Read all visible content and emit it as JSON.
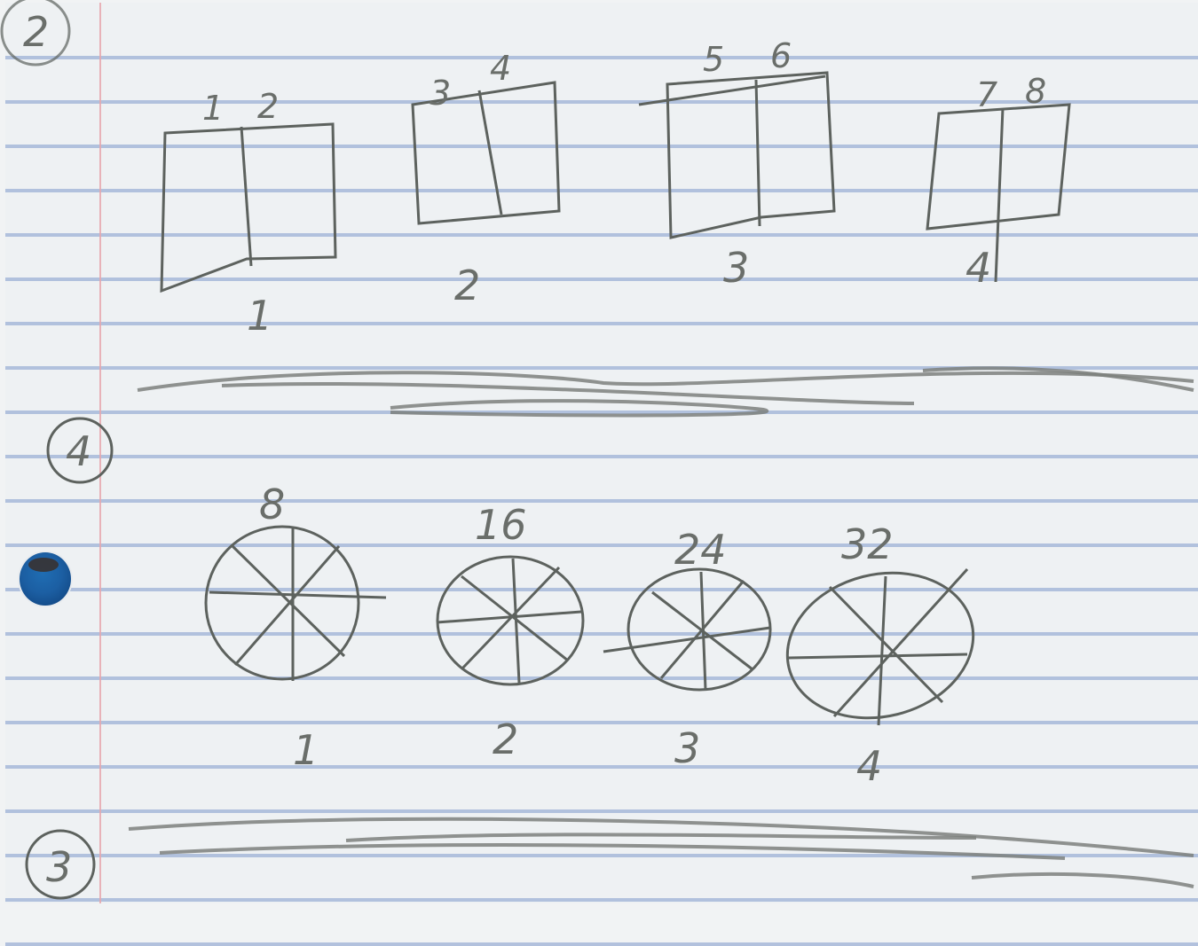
{
  "section_markers": [
    "2",
    "4",
    "3"
  ],
  "rectangles": [
    {
      "label_top_left": "1",
      "label_top_right": "2",
      "label_bottom": "1"
    },
    {
      "label_top_left": "3",
      "label_top_right": "4",
      "label_bottom": "2"
    },
    {
      "label_top_left": "5",
      "label_top_right": "6",
      "label_bottom": "3"
    },
    {
      "label_top_left": "7",
      "label_top_right": "8",
      "label_bottom": "4"
    }
  ],
  "circles": [
    {
      "label_top": "8",
      "label_bottom": "1"
    },
    {
      "label_top": "16",
      "label_bottom": "2"
    },
    {
      "label_top": "24",
      "label_bottom": "3"
    },
    {
      "label_top": "32",
      "label_bottom": "4"
    }
  ]
}
